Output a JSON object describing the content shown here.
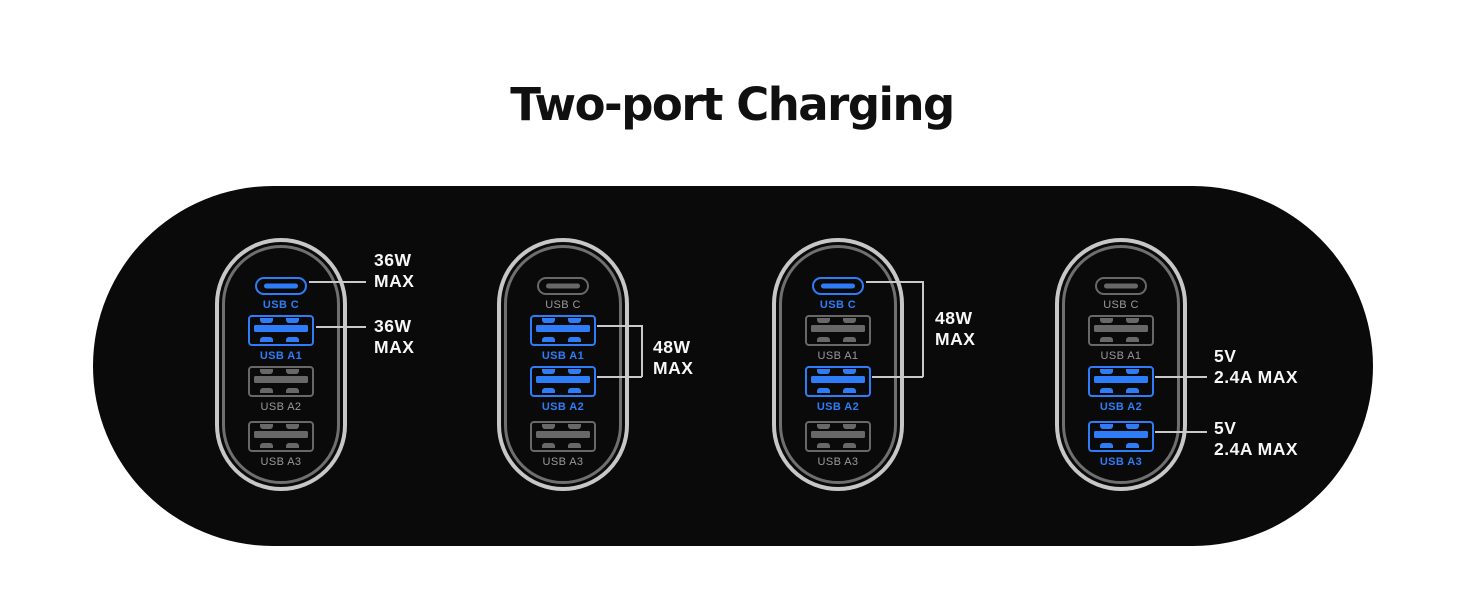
{
  "title": "Two-port Charging",
  "colors": {
    "accent_blue": "#2E7CF7",
    "inactive_gray": "#686868",
    "label_gray": "#9a9a9a",
    "panel_black": "#0a0a0b",
    "annotation_line": "#c9c9c9",
    "annotation_text": "#f7f7f7"
  },
  "pods": [
    {
      "combo": "USB C + USB A1",
      "ports": [
        {
          "label": "USB C",
          "active": true
        },
        {
          "label": "USB A1",
          "active": true
        },
        {
          "label": "USB A2",
          "active": false
        },
        {
          "label": "USB A3",
          "active": false
        }
      ],
      "annotations": [
        {
          "target": "USB C",
          "lines": [
            "36W",
            "MAX"
          ]
        },
        {
          "target": "USB A1",
          "lines": [
            "36W",
            "MAX"
          ]
        }
      ]
    },
    {
      "combo": "USB A1 + USB A2",
      "ports": [
        {
          "label": "USB C",
          "active": false
        },
        {
          "label": "USB A1",
          "active": true
        },
        {
          "label": "USB A2",
          "active": true
        },
        {
          "label": "USB A3",
          "active": false
        }
      ],
      "annotations": [
        {
          "target": "USB A1 + USB A2",
          "lines": [
            "48W",
            "MAX"
          ]
        }
      ]
    },
    {
      "combo": "USB C + USB A2",
      "ports": [
        {
          "label": "USB C",
          "active": true
        },
        {
          "label": "USB A1",
          "active": false
        },
        {
          "label": "USB A2",
          "active": true
        },
        {
          "label": "USB A3",
          "active": false
        }
      ],
      "annotations": [
        {
          "target": "USB C + USB A2",
          "lines": [
            "48W",
            "MAX"
          ]
        }
      ]
    },
    {
      "combo": "USB A2 + USB A3",
      "ports": [
        {
          "label": "USB C",
          "active": false
        },
        {
          "label": "USB A1",
          "active": false
        },
        {
          "label": "USB A2",
          "active": true
        },
        {
          "label": "USB A3",
          "active": true
        }
      ],
      "annotations": [
        {
          "target": "USB A2",
          "lines": [
            "5V",
            "2.4A MAX"
          ]
        },
        {
          "target": "USB A3",
          "lines": [
            "5V",
            "2.4A MAX"
          ]
        }
      ]
    }
  ]
}
